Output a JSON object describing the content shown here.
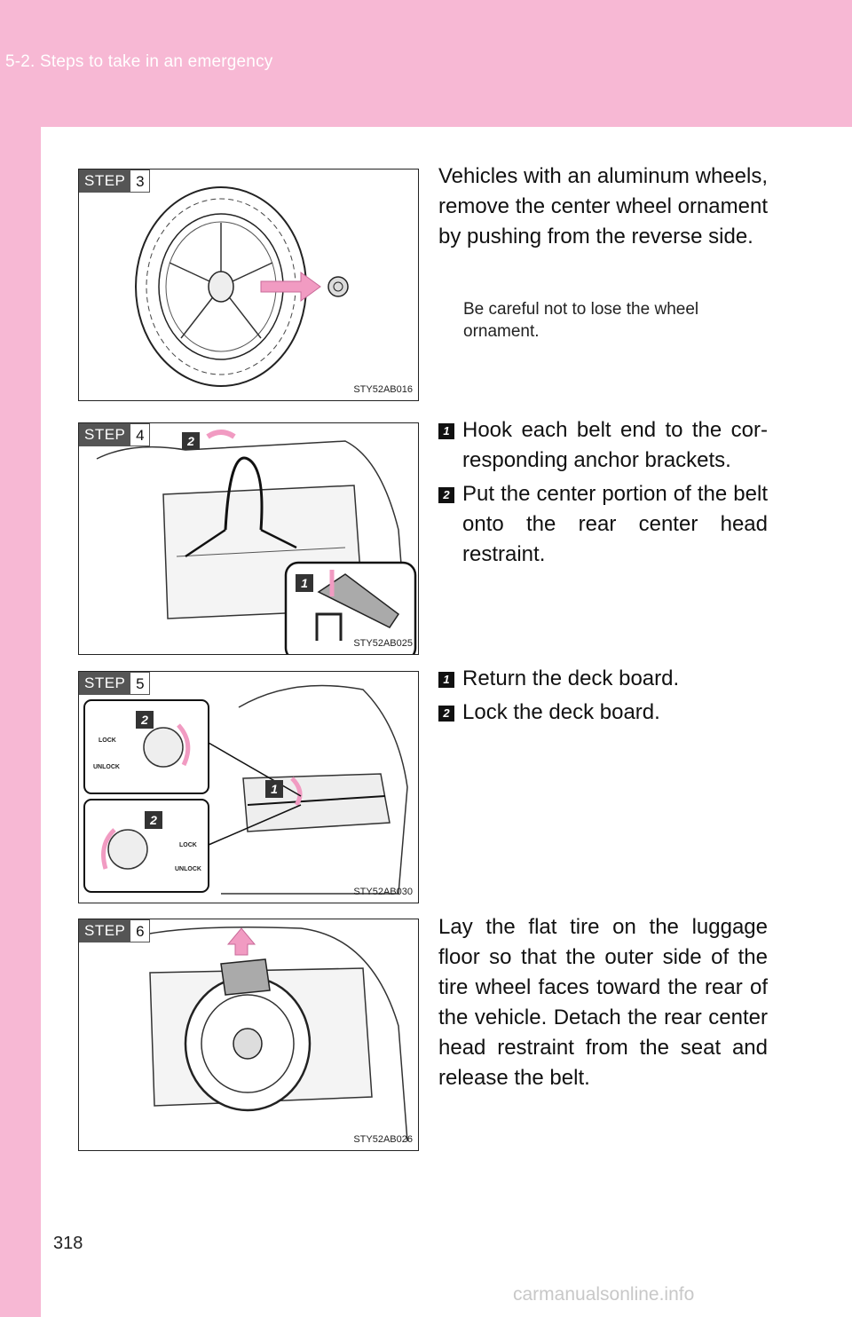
{
  "header": {
    "section": "5-2. Steps to take in an emergency"
  },
  "page": {
    "number": "318",
    "watermark": "carmanualsonline.info"
  },
  "steps": [
    {
      "step_word": "STEP",
      "step_num": "3",
      "figure_code": "STY52AB016",
      "text": "Vehicles with an aluminum wheels, remove the center wheel ornament by pushing from the reverse side.",
      "note": "Be careful not to lose the wheel ornament."
    },
    {
      "step_word": "STEP",
      "step_num": "4",
      "figure_code": "STY52AB025",
      "callouts": [
        "2",
        "1"
      ],
      "items": [
        {
          "num": "1",
          "text": "Hook each belt end to the cor-responding anchor brackets."
        },
        {
          "num": "2",
          "text": "Put the center portion of the belt onto the rear center head restraint."
        }
      ]
    },
    {
      "step_word": "STEP",
      "step_num": "5",
      "figure_code": "STY52AB030",
      "callouts": [
        "2",
        "1",
        "2"
      ],
      "lock_label": "LOCK",
      "unlock_label": "UNLOCK",
      "items": [
        {
          "num": "1",
          "text": "Return the deck board."
        },
        {
          "num": "2",
          "text": "Lock the deck board."
        }
      ]
    },
    {
      "step_word": "STEP",
      "step_num": "6",
      "figure_code": "STY52AB026",
      "text": "Lay the flat tire on the luggage floor so that the outer side of the tire wheel faces toward the rear of the vehicle. Detach the rear center head restraint from the seat and release the belt."
    }
  ],
  "colors": {
    "band": "#f7b8d4",
    "arrow": "#f19bc2",
    "badge": "#555555"
  }
}
